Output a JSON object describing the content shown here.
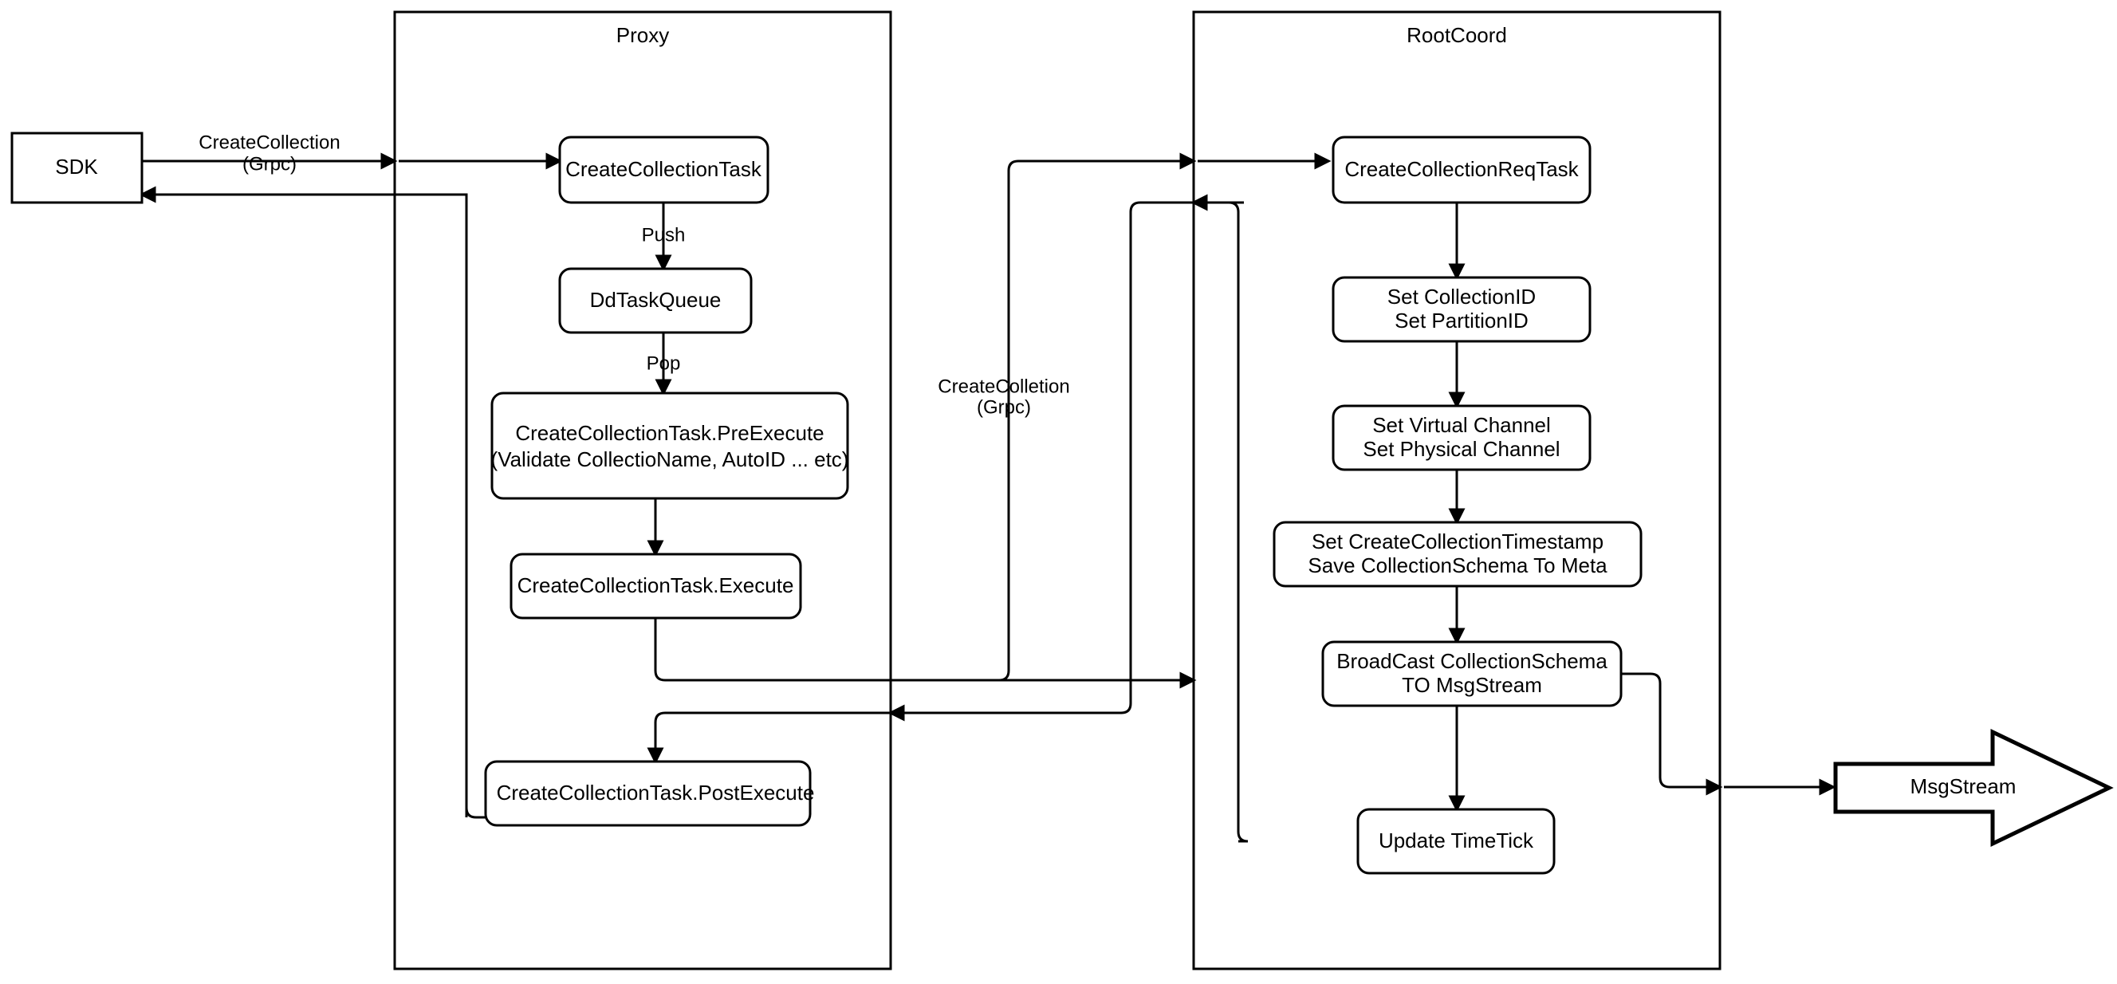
{
  "diagram": {
    "title": "Milvus CreateCollection Flow",
    "background": "#ffffff",
    "stroke": "#000000",
    "containers": [
      {
        "id": "proxy",
        "label": "Proxy"
      },
      {
        "id": "rootcoord",
        "label": "RootCoord"
      }
    ],
    "nodes": {
      "sdk": "SDK",
      "create_collection_task": "CreateCollectionTask",
      "dd_task_queue": "DdTaskQueue",
      "pre_execute_line1": "CreateCollectionTask.PreExecute",
      "pre_execute_line2": "(Validate CollectioName, AutoID ... etc)",
      "execute": "CreateCollectionTask.Execute",
      "post_execute": "CreateCollectionTask.PostExecute",
      "create_collection_req_task": "CreateCollectionReqTask",
      "set_ids_line1": "Set CollectionID",
      "set_ids_line2": "Set PartitionID",
      "set_channel_line1": "Set Virtual Channel",
      "set_channel_line2": "Set Physical Channel",
      "set_timestamp_line1": "Set CreateCollectionTimestamp",
      "set_timestamp_line2": "Save CollectionSchema To Meta",
      "broadcast_line1": "BroadCast CollectionSchema",
      "broadcast_line2": "TO MsgStream",
      "update_timetick": "Update TimeTick",
      "msgstream": "MsgStream"
    },
    "edge_labels": {
      "sdk_to_proxy_line1": "CreateCollection",
      "sdk_to_proxy_line2": "(Grpc)",
      "push": "Push",
      "pop": "Pop",
      "proxy_to_rootcoord_line1": "CreateColletion",
      "proxy_to_rootcoord_line2": "(Grpc)"
    }
  }
}
